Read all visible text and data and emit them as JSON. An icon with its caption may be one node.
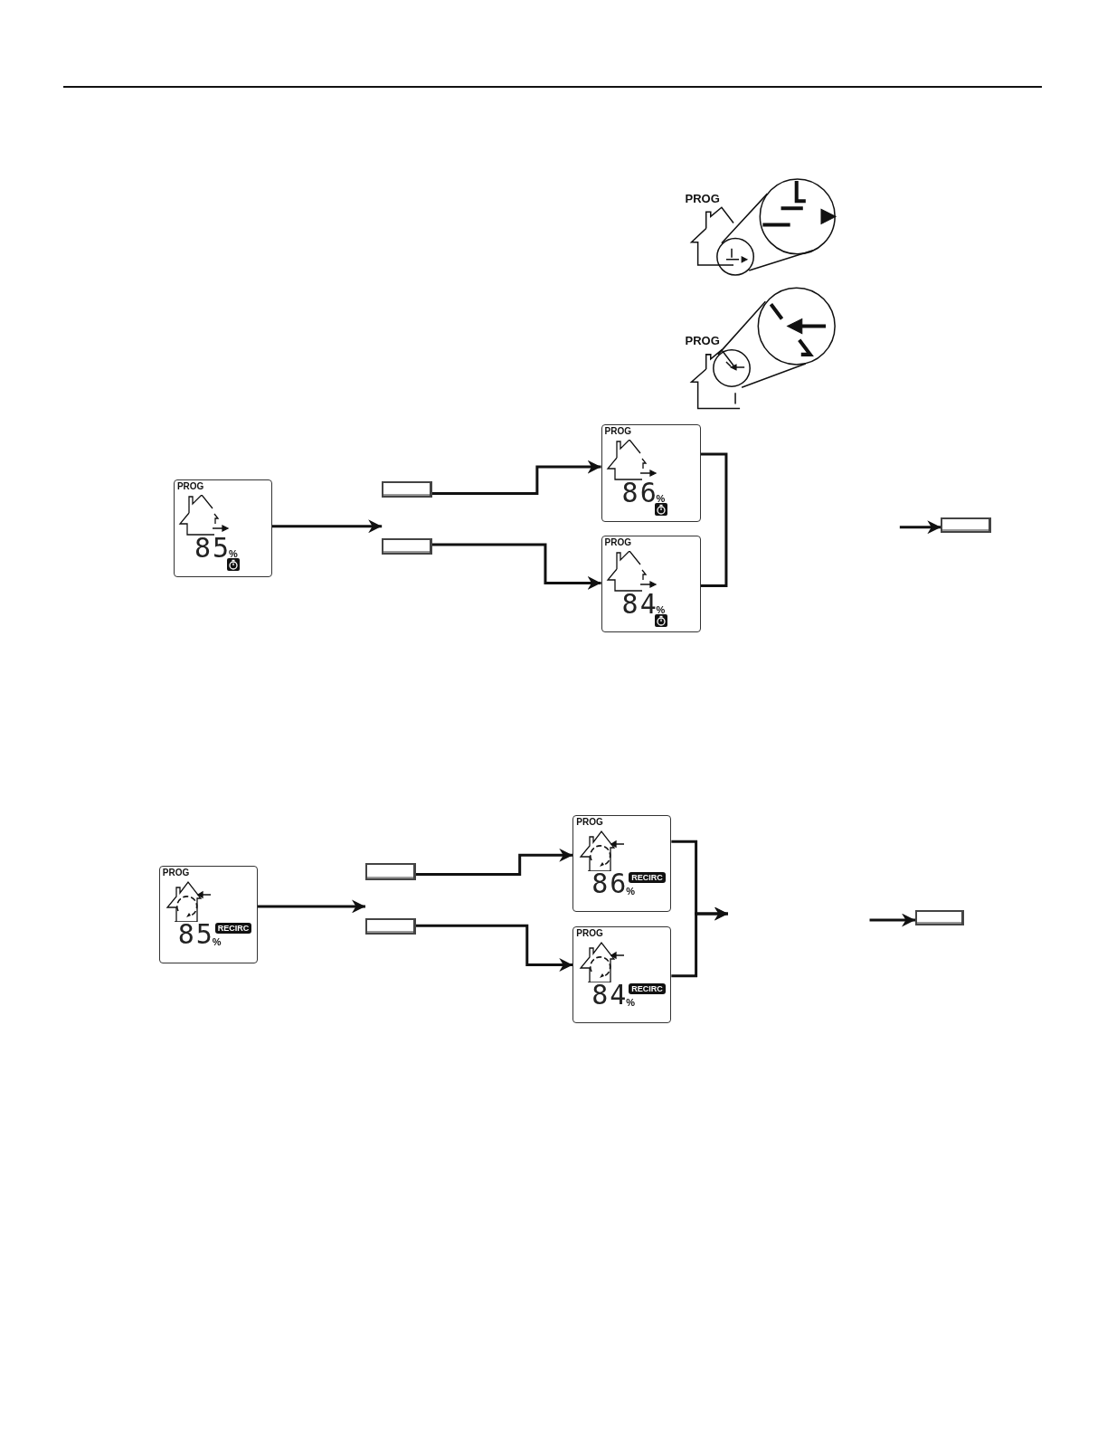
{
  "diagram": {
    "nodes": [
      {
        "text": [
          "PROG",
          "85",
          "%"
        ]
      },
      {
        "text": [],
        "shape": "box"
      },
      {
        "text": [],
        "shape": "box"
      },
      {
        "text": [
          "PROG",
          "86",
          "%"
        ]
      },
      {
        "text": [
          "PROG",
          "84",
          "%"
        ]
      },
      {
        "text": [],
        "shape": "box"
      },
      {
        "text": [
          "PROG",
          "85",
          "%",
          "RECIRC"
        ]
      },
      {
        "text": [],
        "shape": "box"
      },
      {
        "text": [],
        "shape": "box"
      },
      {
        "text": [
          "PROG",
          "86",
          "%",
          "RECIRC"
        ]
      },
      {
        "text": [
          "PROG",
          "84",
          "%",
          "RECIRC"
        ]
      },
      {
        "text": [],
        "shape": "box"
      }
    ],
    "edges": [
      {
        "from": 0,
        "to": 2,
        "arrow": "to"
      },
      {
        "from": 1,
        "to": 3,
        "arrow": "to"
      },
      {
        "from": 2,
        "to": 4,
        "arrow": "to"
      },
      {
        "from": 3,
        "to": 4,
        "arrow": "none"
      },
      {
        "from": null,
        "to": 5,
        "arrow": "to"
      },
      {
        "from": 6,
        "to": 8,
        "arrow": "to"
      },
      {
        "from": 7,
        "to": 9,
        "arrow": "to"
      },
      {
        "from": 8,
        "to": 10,
        "arrow": "to"
      },
      {
        "from": 9,
        "to": null,
        "arrow": "to"
      },
      {
        "from": 10,
        "to": null,
        "arrow": "to"
      },
      {
        "from": null,
        "to": 11,
        "arrow": "to"
      }
    ],
    "labels": [
      "PROG",
      "PROG"
    ]
  }
}
